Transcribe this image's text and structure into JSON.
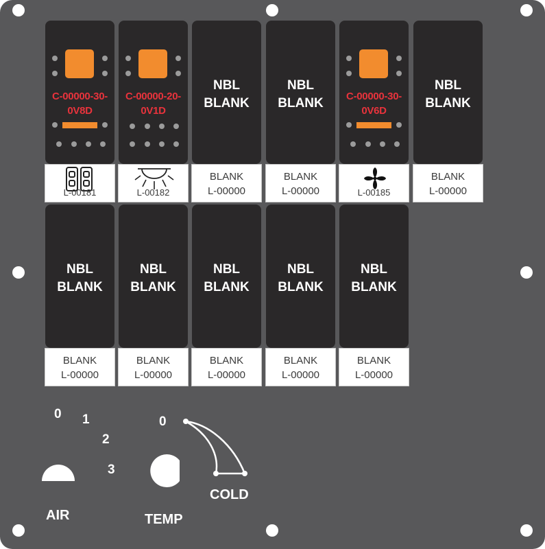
{
  "colors": {
    "panel": "#58585a",
    "switch_body": "#2a2829",
    "indicator_orange": "#f28c2e",
    "code_red": "#e8333c"
  },
  "switches_row1": [
    {
      "code": "C-00000-30-0V8D",
      "code_lines": [
        "C-00000-30-",
        "0V8D"
      ],
      "label_icon": "dual-outlet-icon",
      "label_text": "L-00181"
    },
    {
      "code": "C-00000-20-0V1D",
      "code_lines": [
        "C-00000-20-",
        "0V1D"
      ],
      "label_icon": "light-icon",
      "label_text": "L-00182"
    },
    {
      "nbl_lines": [
        "NBL",
        "BLANK"
      ],
      "label_lines": [
        "BLANK",
        "L-00000"
      ]
    },
    {
      "nbl_lines": [
        "NBL",
        "BLANK"
      ],
      "label_lines": [
        "BLANK",
        "L-00000"
      ]
    },
    {
      "code": "C-00000-30-0V6D",
      "code_lines": [
        "C-00000-30-",
        "0V6D"
      ],
      "label_icon": "fan-icon",
      "label_text": "L-00185"
    },
    {
      "nbl_lines": [
        "NBL",
        "BLANK"
      ],
      "label_lines": [
        "BLANK",
        "L-00000"
      ]
    }
  ],
  "switches_row2": [
    {
      "nbl_lines": [
        "NBL",
        "BLANK"
      ],
      "label_lines": [
        "BLANK",
        "L-00000"
      ]
    },
    {
      "nbl_lines": [
        "NBL",
        "BLANK"
      ],
      "label_lines": [
        "BLANK",
        "L-00000"
      ]
    },
    {
      "nbl_lines": [
        "NBL",
        "BLANK"
      ],
      "label_lines": [
        "BLANK",
        "L-00000"
      ]
    },
    {
      "nbl_lines": [
        "NBL",
        "BLANK"
      ],
      "label_lines": [
        "BLANK",
        "L-00000"
      ]
    },
    {
      "nbl_lines": [
        "NBL",
        "BLANK"
      ],
      "label_lines": [
        "BLANK",
        "L-00000"
      ]
    }
  ],
  "air_knob": {
    "label": "AIR",
    "positions": [
      "0",
      "1",
      "2",
      "3"
    ]
  },
  "temp_knob": {
    "label": "TEMP",
    "zero": "0",
    "cold": "COLD"
  }
}
